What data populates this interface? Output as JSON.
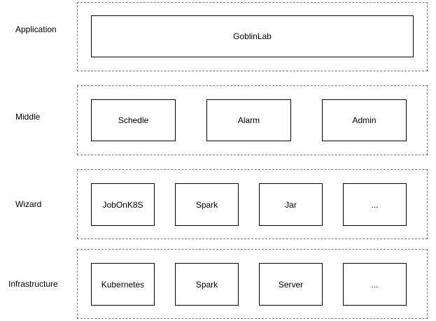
{
  "layers": [
    {
      "label": "Application",
      "blocks": [
        "GoblinLab"
      ]
    },
    {
      "label": "Middle",
      "blocks": [
        "Schedle",
        "Alarm",
        "Admin"
      ]
    },
    {
      "label": "Wizard",
      "blocks": [
        "JobOnK8S",
        "Spark",
        "Jar",
        "..."
      ]
    },
    {
      "label": "Infrastructure",
      "blocks": [
        "Kubernetes",
        "Spark",
        "Server",
        "..."
      ]
    }
  ]
}
